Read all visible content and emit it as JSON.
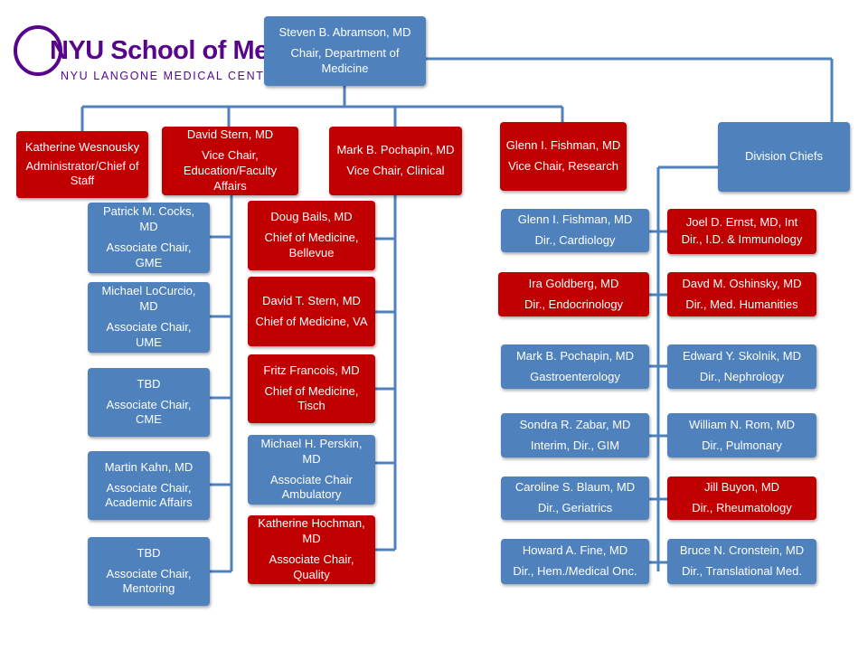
{
  "logo": {
    "title": "NYU School of Medicine",
    "subtitle": "NYU LANGONE MEDICAL CENTER"
  },
  "colors": {
    "blue": "#4f81bd",
    "red": "#c00000",
    "line": "#4f81bd",
    "logo": "#57068c"
  },
  "chair": {
    "name": "Steven B. Abramson, MD",
    "title": "Chair, Department of Medicine"
  },
  "top": [
    {
      "name": "Katherine Wesnousky",
      "title": "Administrator/Chief of Staff"
    },
    {
      "name": "David Stern, MD",
      "title": "Vice Chair, Education/Faculty Affairs"
    },
    {
      "name": "Mark B. Pochapin, MD",
      "title": "Vice Chair, Clinical"
    },
    {
      "name": "Glenn I. Fishman, MD",
      "title": "Vice Chair, Research"
    }
  ],
  "division_chiefs": {
    "label": "Division Chiefs"
  },
  "education": [
    {
      "name": "Patrick M. Cocks, MD",
      "title": "Associate Chair, GME"
    },
    {
      "name": "Michael LoCurcio, MD",
      "title": "Associate Chair, UME"
    },
    {
      "name": "TBD",
      "title": "Associate Chair, CME"
    },
    {
      "name": "Martin Kahn, MD",
      "title": "Associate Chair, Academic Affairs"
    },
    {
      "name": "TBD",
      "title": "Associate Chair, Mentoring"
    }
  ],
  "clinical": [
    {
      "name": "Doug Bails, MD",
      "title": "Chief of Medicine, Bellevue"
    },
    {
      "name": "David T. Stern, MD",
      "title": "Chief of Medicine, VA"
    },
    {
      "name": "Fritz Francois, MD",
      "title": "Chief of Medicine, Tisch"
    },
    {
      "name": "Michael H. Perskin, MD",
      "title": "Associate Chair Ambulatory"
    },
    {
      "name": "Katherine Hochman, MD",
      "title": "Associate Chair, Quality"
    }
  ],
  "divisions_left": [
    {
      "name": "Glenn I. Fishman, MD",
      "title": "Dir., Cardiology"
    },
    {
      "name": "Ira Goldberg, MD",
      "title": "Dir., Endocrinology"
    },
    {
      "name": "Mark B. Pochapin, MD",
      "title": "Gastroenterology"
    },
    {
      "name": "Sondra R. Zabar, MD",
      "title": "Interim, Dir., GIM"
    },
    {
      "name": "Caroline S. Blaum, MD",
      "title": "Dir., Geriatrics"
    },
    {
      "name": "Howard A. Fine, MD",
      "title": "Dir., Hem./Medical Onc."
    }
  ],
  "divisions_right": [
    {
      "name": "Joel D. Ernst, MD, Int",
      "title": "Dir., I.D. & Immunology"
    },
    {
      "name": "Davd M. Oshinsky, MD",
      "title": "Dir., Med. Humanities"
    },
    {
      "name": "Edward  Y. Skolnik, MD",
      "title": "Dir., Nephrology"
    },
    {
      "name": "William N. Rom, MD",
      "title": "Dir., Pulmonary"
    },
    {
      "name": "Jill Buyon, MD",
      "title": "Dir., Rheumatology"
    },
    {
      "name": "Bruce N. Cronstein, MD",
      "title": "Dir., Translational Med."
    }
  ]
}
